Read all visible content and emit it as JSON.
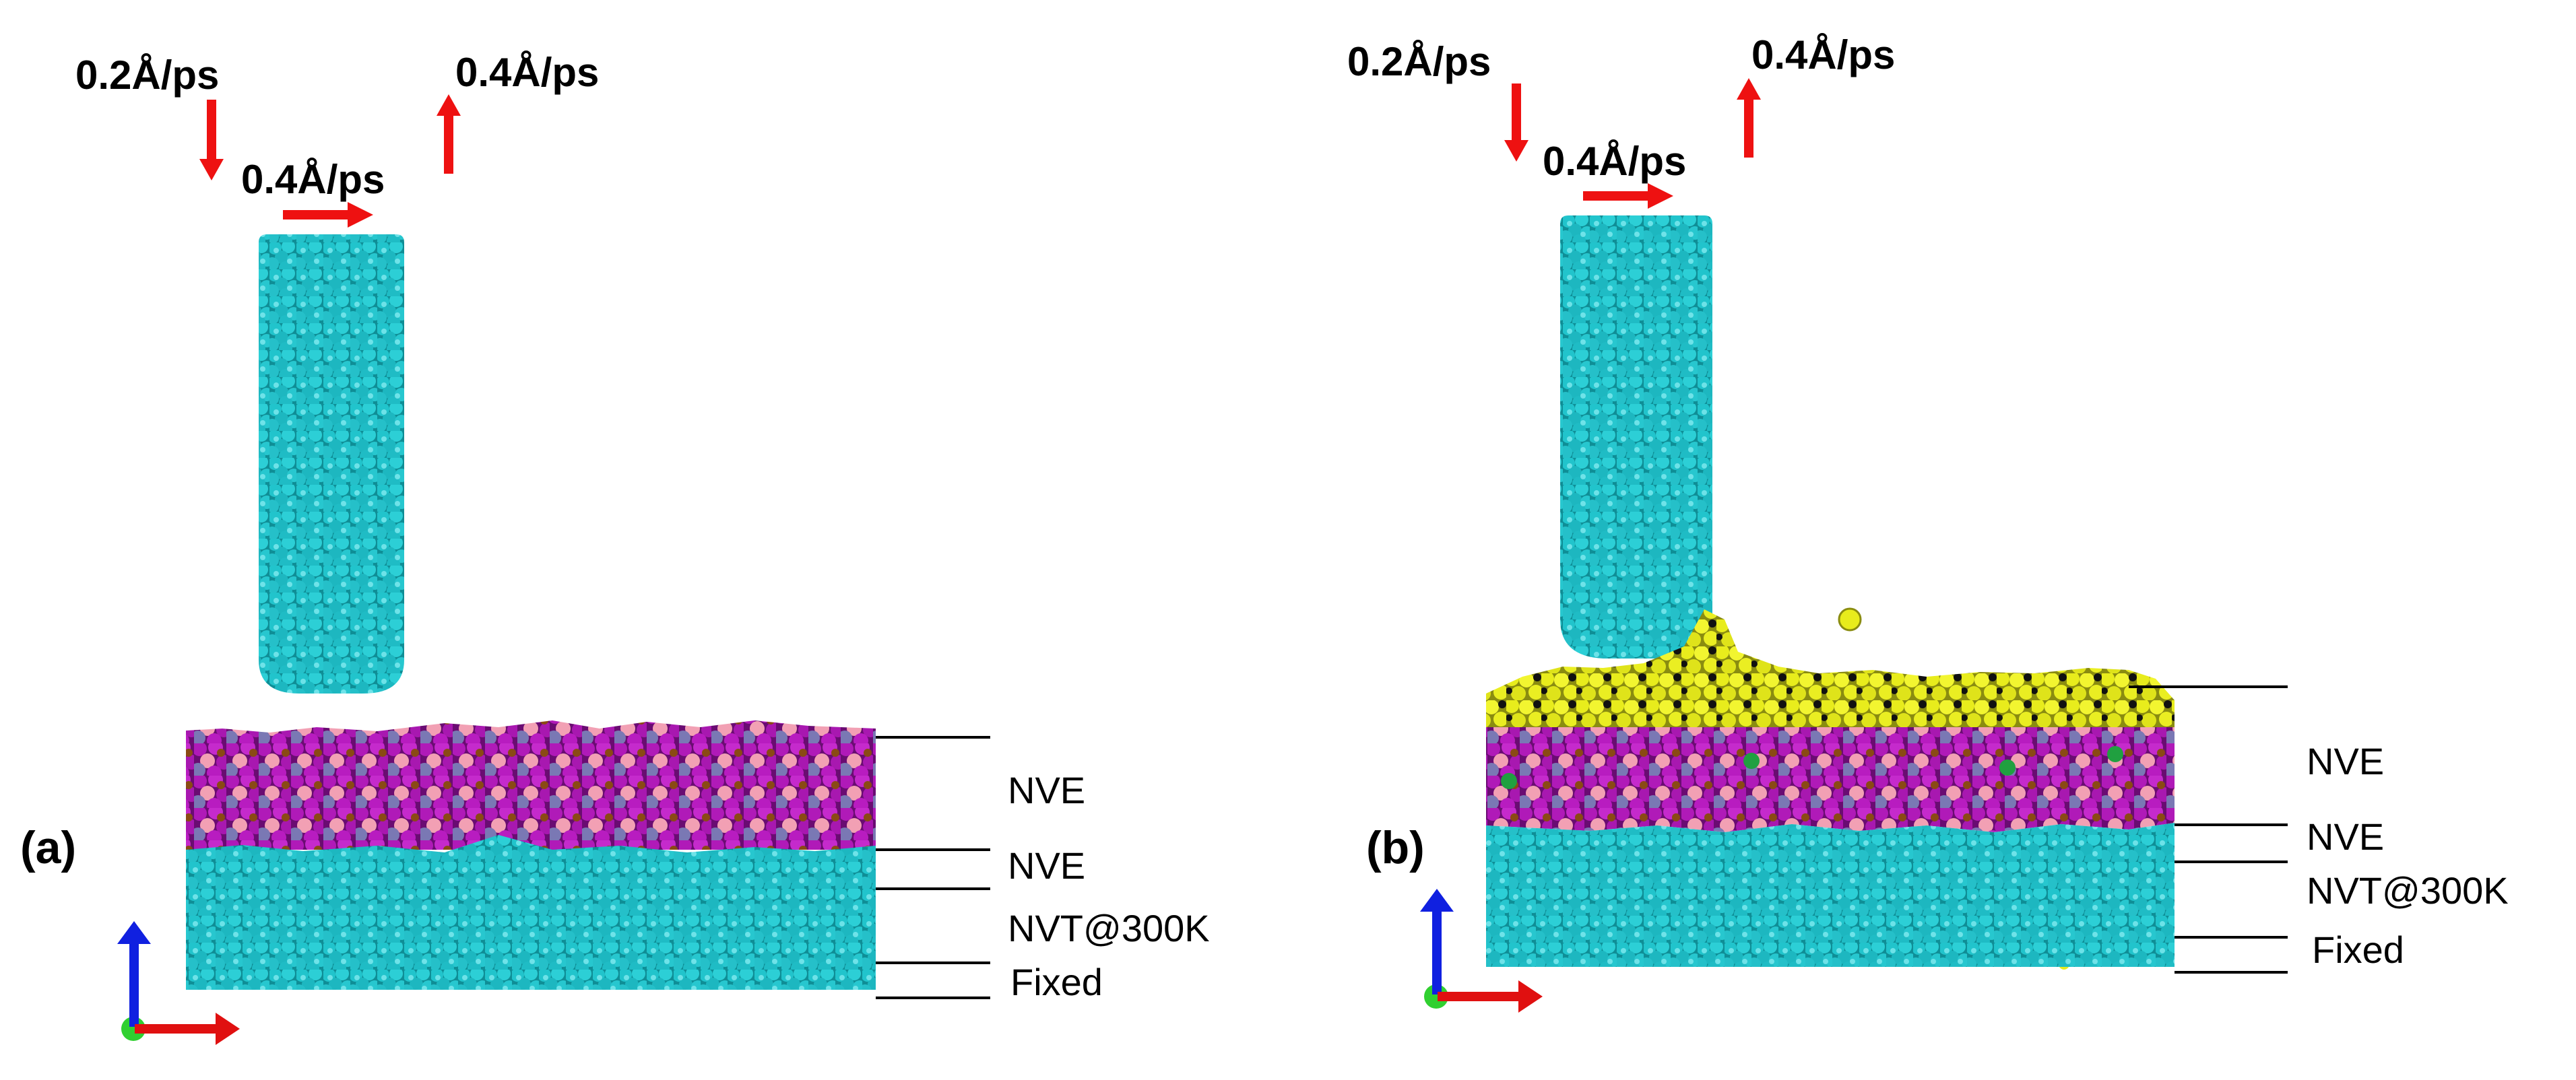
{
  "panels": [
    {
      "id": "a",
      "label": "(a)",
      "velocities": {
        "down": "0.2Å/ps",
        "lateral": "0.4Å/ps",
        "up": "0.4Å/ps"
      },
      "layers": [
        "NVE",
        "NVE",
        "NVT@300K",
        "Fixed"
      ]
    },
    {
      "id": "b",
      "label": "(b)",
      "velocities": {
        "down": "0.2Å/ps",
        "lateral": "0.4Å/ps",
        "up": "0.4Å/ps"
      },
      "layers": [
        "NVE",
        "NVE",
        "NVT@300K",
        "Fixed"
      ]
    }
  ],
  "colors": {
    "tip_atoms": "#21c4cc",
    "substrate_base": "#1fbfc8",
    "coating_primary": "#b01ab8",
    "coating_secondary": "#f2a0b4",
    "coating_tertiary": "#7a78b4",
    "coating_accent": "#8a4a14",
    "debris_yellow": "#e8ec1c",
    "debris_black": "#111111",
    "green_atoms": "#20a040",
    "velocity_arrow": "#ee1111",
    "axis_z": "#1020e0",
    "axis_x": "#e01010",
    "axis_origin": "#30d030"
  }
}
